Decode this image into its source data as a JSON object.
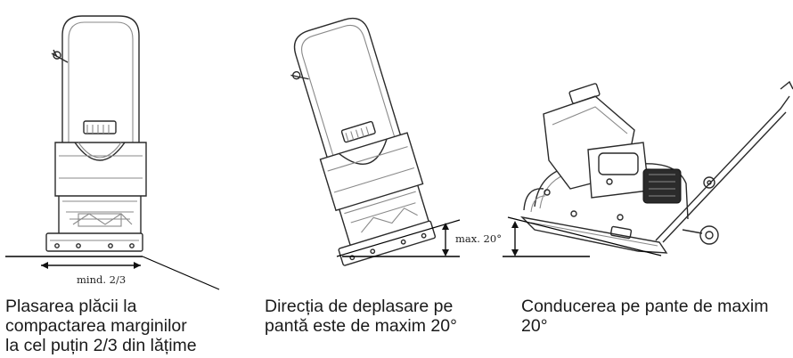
{
  "annotations": {
    "width_ratio": "mind. 2/3",
    "max_angle": "max. 20°"
  },
  "captions": {
    "panel_1": [
      "Plasarea plăcii la",
      "compactarea marginilor",
      "la cel puțin 2/3 din lățime"
    ],
    "panel_2": [
      "Direcția de deplasare pe",
      "pantă este de maxim 20°"
    ],
    "panel_3": [
      "Conducerea pe pante de maxim",
      "20°"
    ]
  },
  "colors": {
    "line_dark": "#2a2a2a",
    "line_light": "#8a8a8a",
    "text": "#1a1a1a"
  }
}
